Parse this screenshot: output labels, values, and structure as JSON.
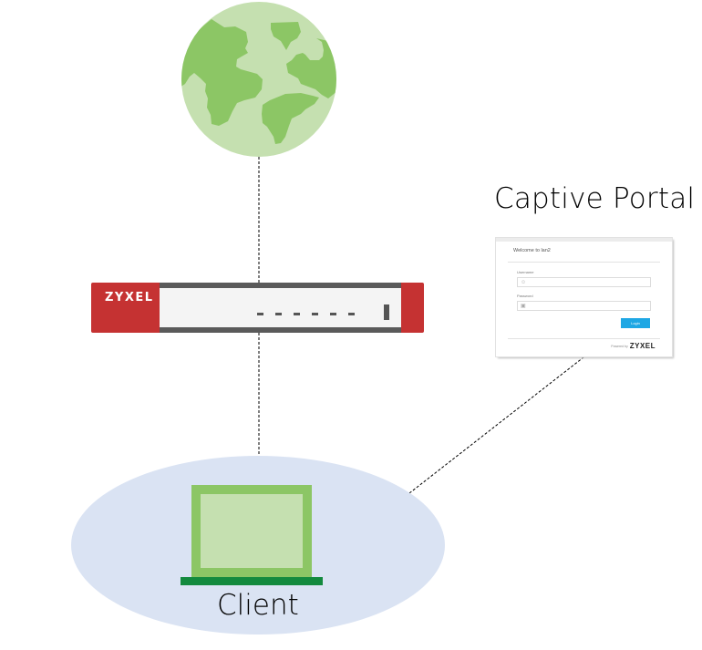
{
  "diagram": {
    "type": "network-topology",
    "nodes": [
      {
        "id": "internet",
        "kind": "globe-icon"
      },
      {
        "id": "firewall",
        "kind": "zyxel-firewall",
        "brand": "ZYXEL",
        "port_count": 6
      },
      {
        "id": "client",
        "kind": "laptop-icon",
        "label": "Client"
      },
      {
        "id": "captive-portal",
        "kind": "login-page",
        "label": "Captive Portal"
      }
    ],
    "edges": [
      {
        "from": "internet",
        "to": "firewall",
        "style": "dashed"
      },
      {
        "from": "firewall",
        "to": "client",
        "style": "dashed"
      },
      {
        "from": "client",
        "to": "captive-portal",
        "style": "dashed"
      }
    ]
  },
  "labels": {
    "captive_portal": "Captive Portal",
    "client": "Client",
    "firewall_brand": "ZYXEL"
  },
  "portal": {
    "welcome": "Welcome to lan2",
    "username_label": "Username",
    "password_label": "Password",
    "login_button": "Login",
    "powered_by": "Powered by",
    "brand": "ZYXEL"
  },
  "colors": {
    "globe_ocean": "#c5e0b0",
    "globe_land": "#8cc665",
    "firewall_red": "#c53232",
    "firewall_gray": "#5a5a5a",
    "client_zone": "#dae3f3",
    "laptop_frame": "#8cc665",
    "laptop_screen": "#c5e0b0",
    "laptop_base": "#138a3e",
    "login_button": "#1ea7e4"
  }
}
